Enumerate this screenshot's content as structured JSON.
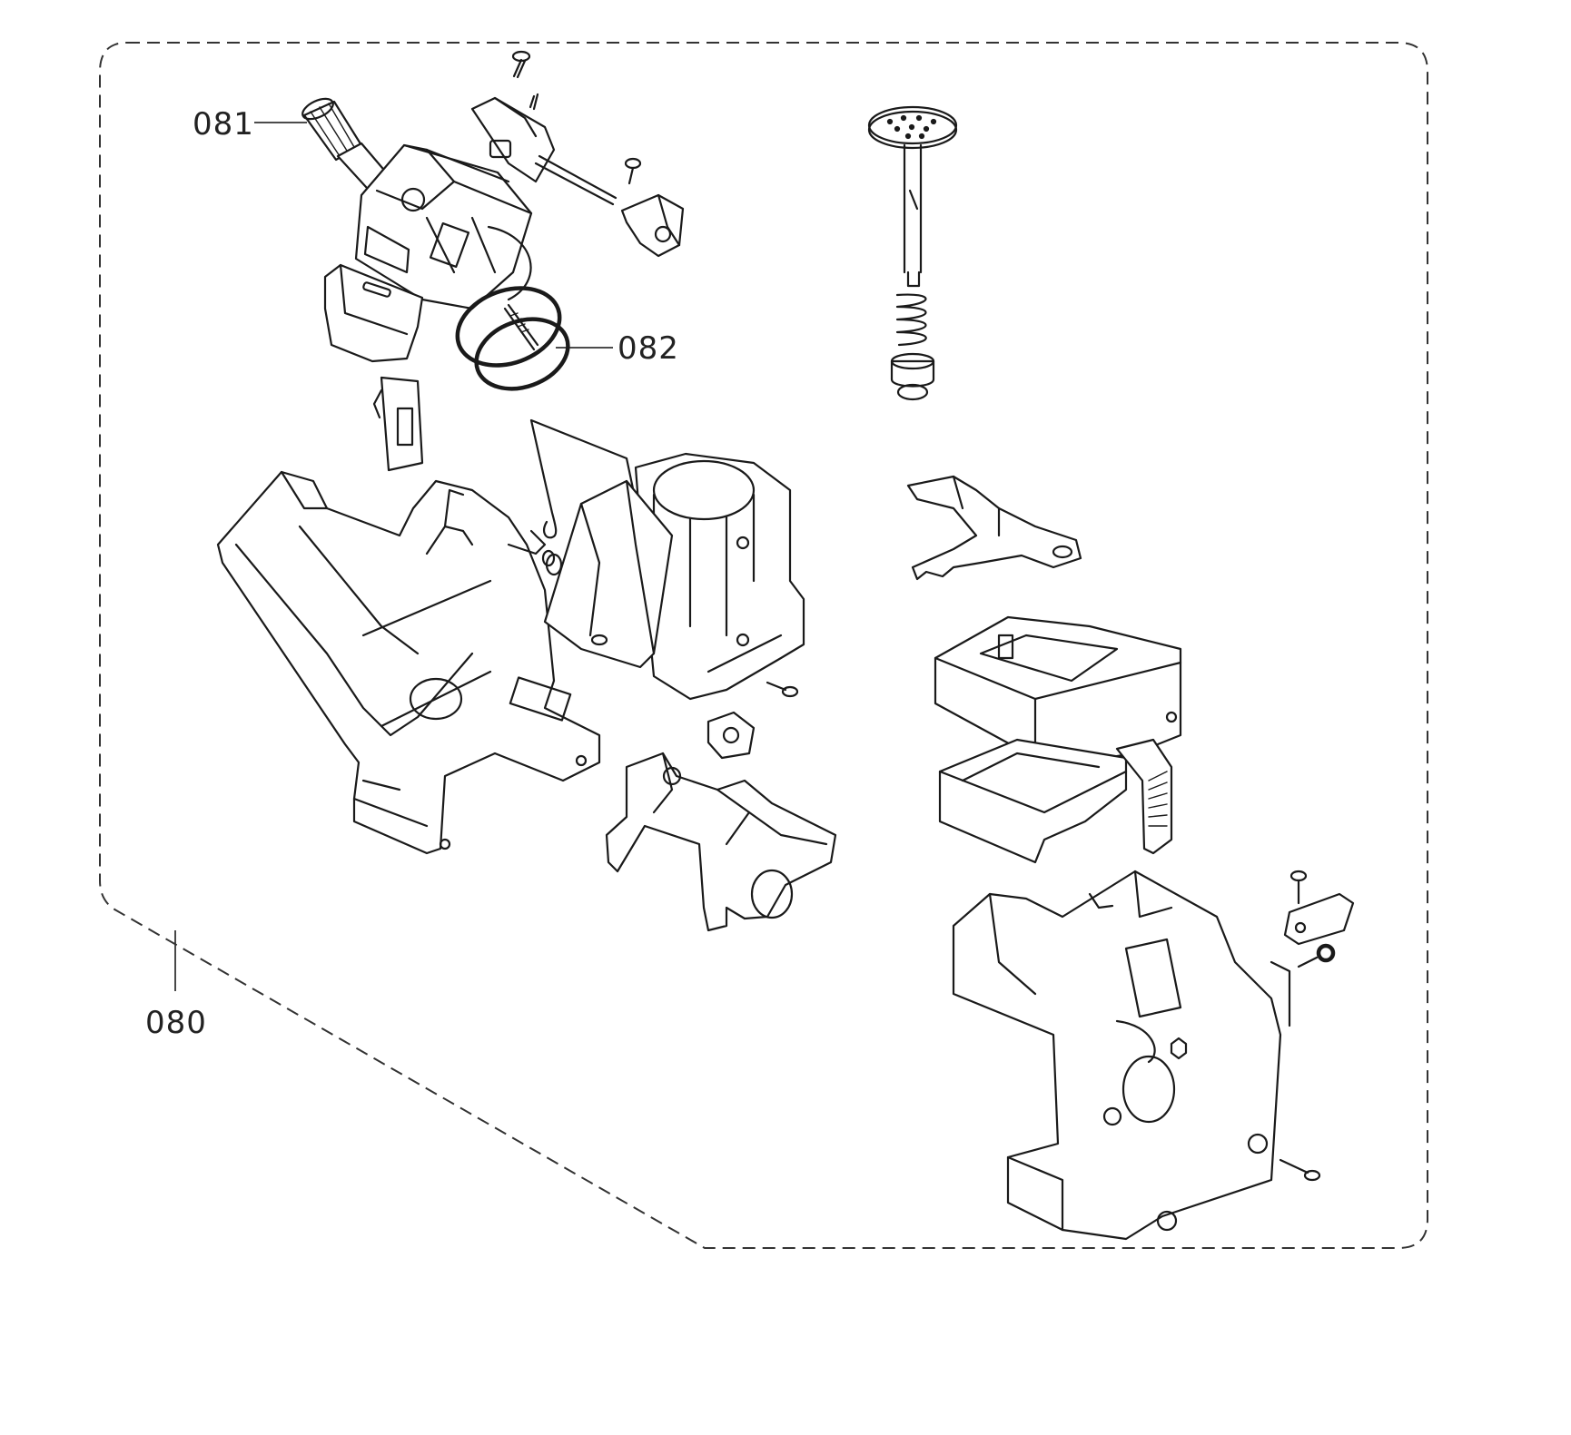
{
  "diagram": {
    "callouts": {
      "assembly": "080",
      "part_a": "081",
      "part_b": "082"
    }
  }
}
